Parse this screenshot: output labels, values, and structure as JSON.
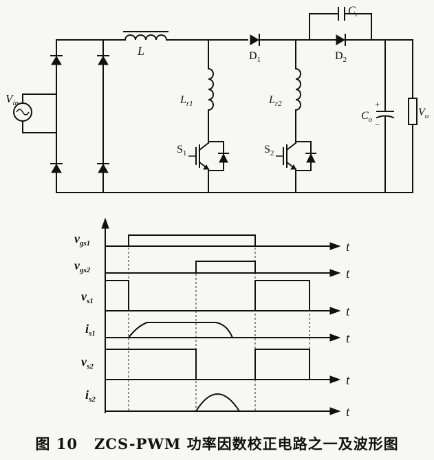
{
  "circuit": {
    "labels": {
      "vin_main": "V",
      "vin_sub": "in",
      "inductor": "L",
      "diode1_main": "D",
      "diode1_sub": "1",
      "diode2_main": "D",
      "diode2_sub": "2",
      "cap_r_main": "C",
      "cap_r_sub": "r",
      "lr1_main": "L",
      "lr1_sub": "r1",
      "lr2_main": "L",
      "lr2_sub": "r2",
      "s1_main": "S",
      "s1_sub": "1",
      "s2_main": "S",
      "s2_sub": "2",
      "co_main": "C",
      "co_sub": "o",
      "vo_main": "V",
      "vo_sub": "o",
      "plus": "+",
      "minus": "−"
    }
  },
  "waveforms": {
    "time_label": "t",
    "rows": [
      {
        "main": "v",
        "sub": "gs1"
      },
      {
        "main": "v",
        "sub": "gs2"
      },
      {
        "main": "v",
        "sub": "s1"
      },
      {
        "main": "i",
        "sub": "s1"
      },
      {
        "main": "v",
        "sub": "s2"
      },
      {
        "main": "i",
        "sub": "s2"
      }
    ]
  },
  "caption": {
    "figure": "图 10",
    "title": "ZCS-PWM 功率因数校正电路之一及波形图"
  }
}
